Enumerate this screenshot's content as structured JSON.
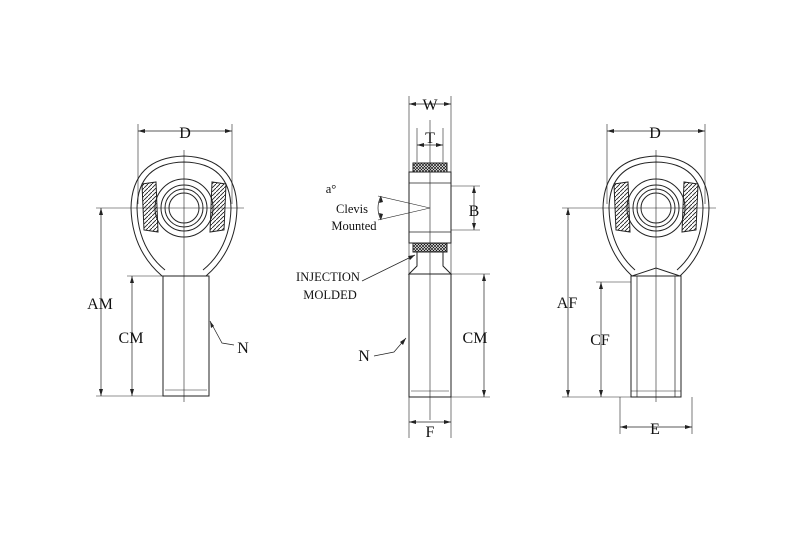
{
  "labels": {
    "left_d": "D",
    "left_am": "AM",
    "left_cm": "CM",
    "left_n": "N",
    "mid_w": "W",
    "mid_t": "T",
    "mid_a": "a°",
    "mid_clevis": "Clevis",
    "mid_mounted": "Mounted",
    "mid_b": "B",
    "mid_injection": "INJECTION",
    "mid_molded": "MOLDED",
    "mid_n": "N",
    "mid_cm": "CM",
    "mid_f": "F",
    "right_d": "D",
    "right_af": "AF",
    "right_cf": "CF",
    "right_e": "E"
  }
}
